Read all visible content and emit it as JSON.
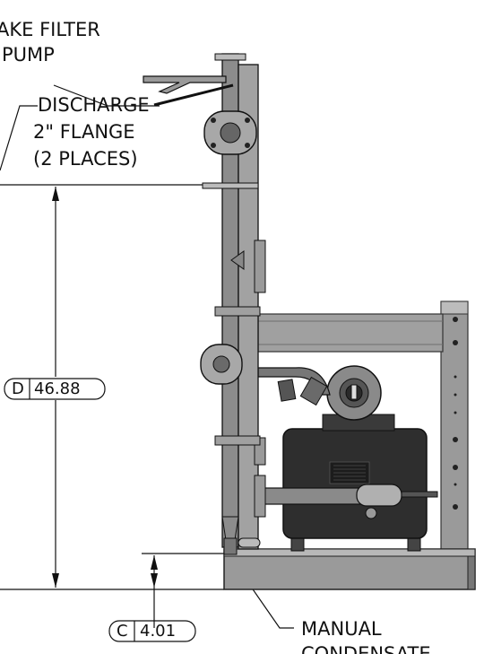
{
  "labels": {
    "intake_line1": "AKE FILTER",
    "intake_line2": "PUMP",
    "discharge_line1": "DISCHARGE",
    "discharge_line2": "2\" FLANGE",
    "discharge_line3": "(2 PLACES)",
    "manual_line1": "MANUAL",
    "manual_line2": "CONDENSATE"
  },
  "dimensions": {
    "d_letter": "D",
    "d_value": "46.88",
    "c_letter": "C",
    "c_value": "4.01"
  },
  "colors": {
    "line": "#111111",
    "frame": "#9a9a9a",
    "frame_dark": "#6e6e6e",
    "pipe": "#8c8c8c",
    "motor": "#2e2e2e",
    "flange": "#a8a8a8"
  }
}
